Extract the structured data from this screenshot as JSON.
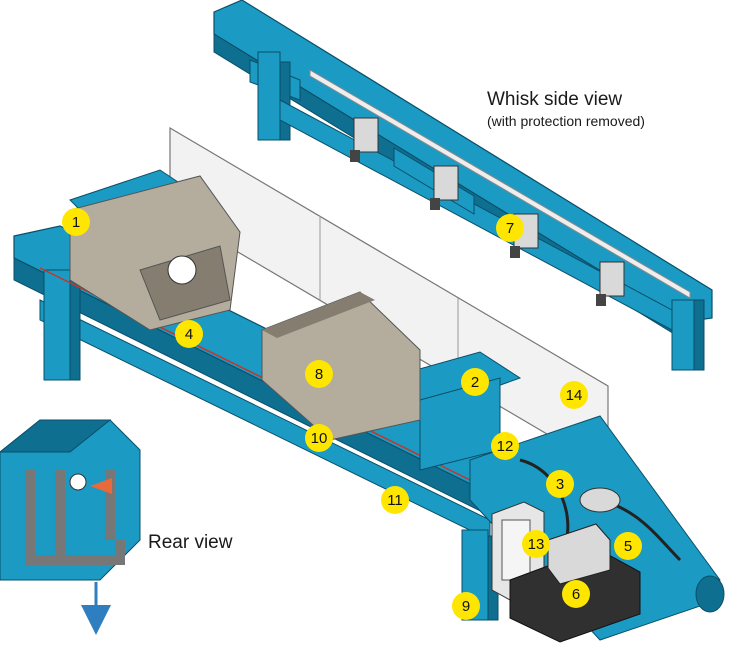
{
  "captions": {
    "whisk_title": "Whisk side view",
    "whisk_note": "(with protection removed)",
    "rear_view": "Rear view"
  },
  "callouts": [
    "1",
    "2",
    "3",
    "4",
    "5",
    "6",
    "7",
    "8",
    "9",
    "10",
    "11",
    "12",
    "13",
    "14"
  ],
  "colors": {
    "frame": "#1b9bc4",
    "frame_dark": "#0f6f91",
    "plates": "#b4ad9e",
    "plates_dark": "#857e70",
    "screen": "#f2f2f2",
    "tank": "#303030",
    "callout": "#ffe600",
    "hose": "#777777",
    "arrow": "#e86a3c"
  }
}
